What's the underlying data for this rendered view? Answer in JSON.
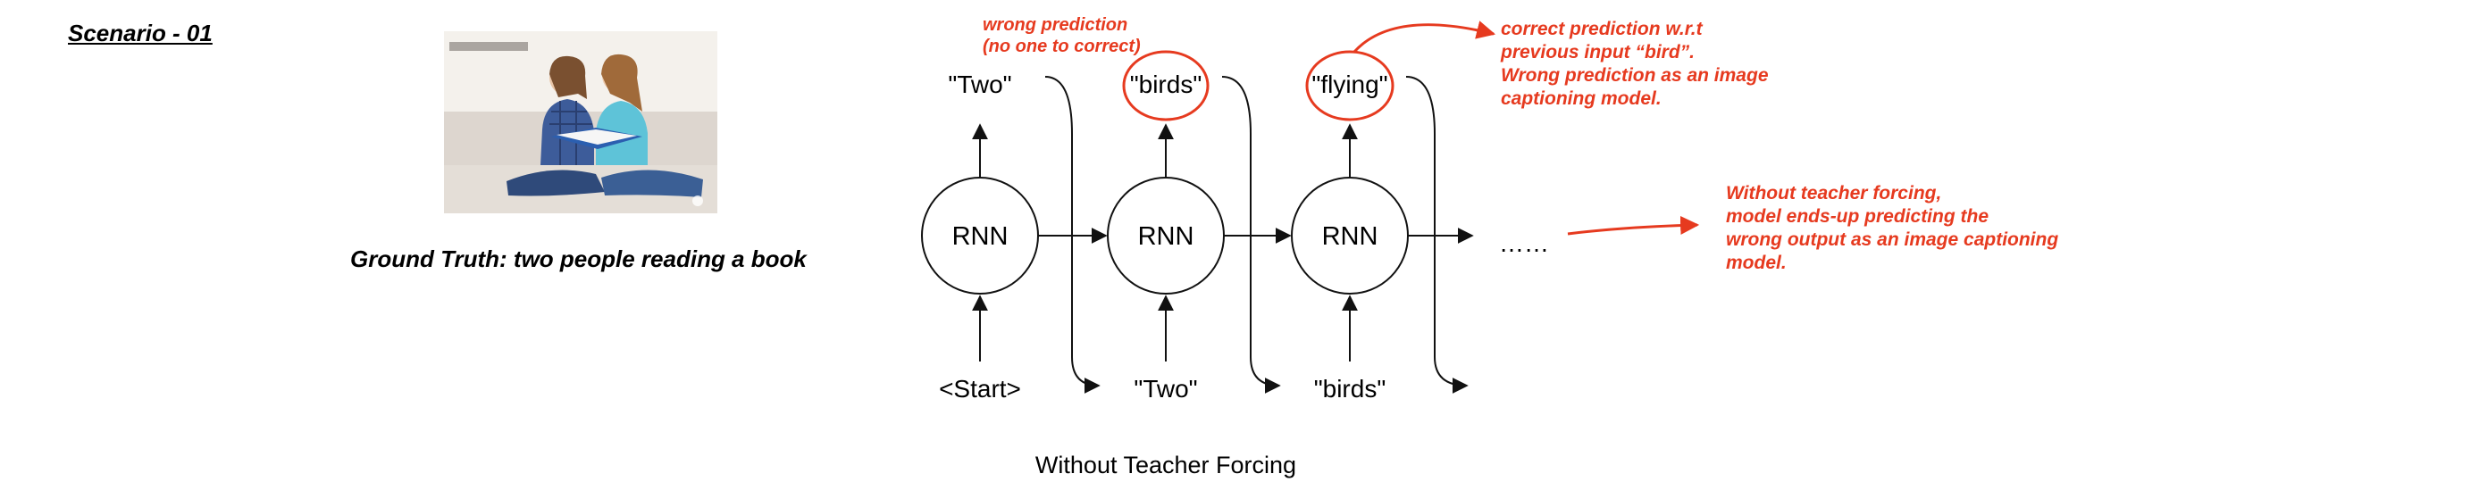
{
  "scenario_title": "Scenario - 01",
  "ground_truth": "Ground Truth: two people reading a book",
  "diagram": {
    "caption": "Without Teacher Forcing",
    "cells": [
      {
        "label": "RNN",
        "output": "\"Two\"",
        "input": "<Start>"
      },
      {
        "label": "RNN",
        "output": "\"birds\"",
        "input": "\"Two\""
      },
      {
        "label": "RNN",
        "output": "\"flying\"",
        "input": "\"birds\""
      }
    ],
    "ellipsis": "……",
    "wrong_prediction_note": [
      "wrong prediction",
      "(no one to correct)"
    ]
  },
  "annotations": {
    "correct_prediction": "correct prediction w.r.t\nprevious input “bird”.\nWrong prediction as an image\ncaptioning model.",
    "without_teacher_forcing": "Without teacher forcing,\nmodel ends-up predicting the\nwrong output as an image captioning\nmodel."
  },
  "colors": {
    "highlight": "#e63a1f",
    "line": "#111111",
    "text": "#000000"
  }
}
